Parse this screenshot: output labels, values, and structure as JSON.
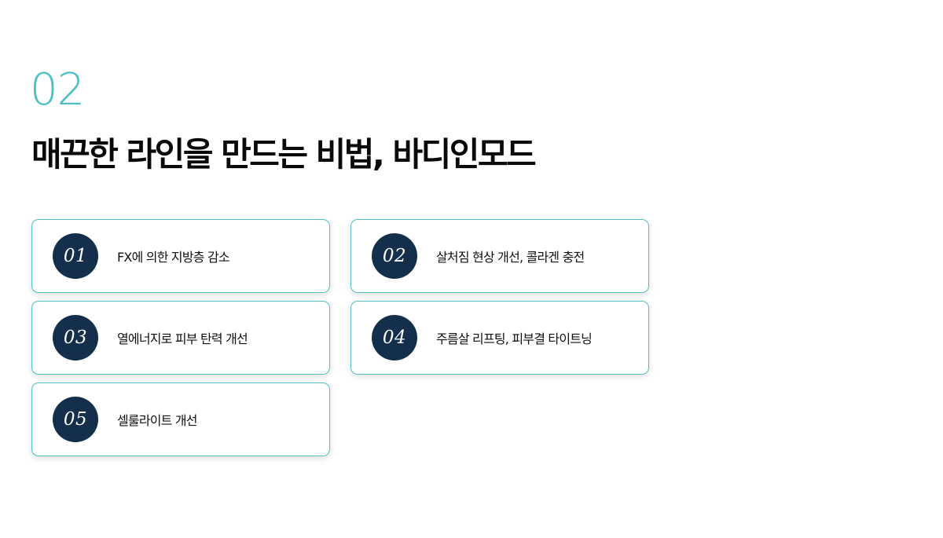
{
  "section": {
    "number": "02",
    "title": "매끈한 라인을 만드는 비법, 바디인모드"
  },
  "colors": {
    "accent": "#4cbfc3",
    "badge": "#132f4c",
    "card_border": "#55c0c4"
  },
  "items": [
    {
      "number": "01",
      "label": "FX에 의한 지방층 감소"
    },
    {
      "number": "02",
      "label": "살처짐 현상 개선, 콜라겐 충전"
    },
    {
      "number": "03",
      "label": "열에너지로 피부 탄력 개선"
    },
    {
      "number": "04",
      "label": "주름살 리프팅, 피부결 타이트닝"
    },
    {
      "number": "05",
      "label": "셀룰라이트 개선"
    }
  ]
}
